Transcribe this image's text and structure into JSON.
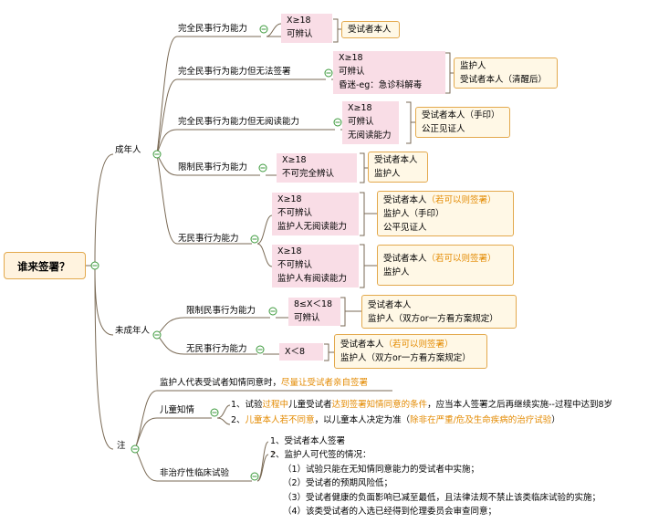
{
  "root": "谁来签署？",
  "adult": {
    "label": "成年人",
    "full": {
      "label": "完全民事行为能力",
      "cond": [
        "X≥18",
        "可辨认"
      ],
      "signer": [
        "受试者本人"
      ]
    },
    "full_cannot_sign": {
      "label": "完全民事行为能力但无法签署",
      "cond": [
        "X≥18",
        "可辨认",
        "昏迷-eg：急诊科解毒"
      ],
      "signer": [
        "监护人",
        "受试者本人（清醒后）"
      ]
    },
    "full_cannot_read": {
      "label": "完全民事行为能力但无阅读能力",
      "cond": [
        "X≥18",
        "可辨认",
        "无阅读能力"
      ],
      "signer": [
        "受试者本人（手印）",
        "公正见证人"
      ]
    },
    "limited": {
      "label": "限制民事行为能力",
      "cond": [
        "X≥18",
        "不可完全辨认"
      ],
      "signer": [
        "受试者本人",
        "监护人"
      ]
    },
    "none": {
      "label": "无民事行为能力",
      "case1": {
        "cond": [
          "X≥18",
          "不可辨认",
          "监护人无阅读能力"
        ],
        "signer_line1": "受试者本人",
        "signer_line1_note": "（若可以则签署）",
        "signer_rest": [
          "监护人（手印）",
          "公平见证人"
        ]
      },
      "case2": {
        "cond": [
          "X≥18",
          "不可辨认",
          "监护人有阅读能力"
        ],
        "signer_line1": "受试者本人",
        "signer_line1_note": "（若可以则签署）",
        "signer_rest": [
          "监护人"
        ]
      }
    }
  },
  "minor": {
    "label": "未成年人",
    "limited": {
      "label": "限制民事行为能力",
      "cond": [
        "8≤X＜18",
        "可辨认"
      ],
      "signer": [
        "受试者本人",
        "监护人（双方or一方看方案规定）"
      ]
    },
    "none": {
      "label": "无民事行为能力",
      "cond": [
        "X＜8"
      ],
      "signer_line1": "受试者本人",
      "signer_line1_note": "（若可以则签署）",
      "signer_rest": [
        "监护人（双方or一方看方案规定）"
      ]
    }
  },
  "notes": {
    "label": "注",
    "guardian_rep": {
      "text": "监护人代表受试者知情同意时，",
      "highlight": "尽量让受试者亲自签署"
    },
    "child": {
      "label": "儿童知情",
      "line1_a": "1、试验",
      "line1_b": "过程中",
      "line1_c": "儿童受试者",
      "line1_d": "达到签署知情同意的条件",
      "line1_e": "，应当本人签署之后再继续实施--过程中达到8岁",
      "line2_a": "2、",
      "line2_b": "儿童本人若不同意",
      "line2_c": "，以儿童本人决定为准（",
      "line2_d": "除非在严重/危及生命疾病的治疗试验",
      "line2_e": "）"
    },
    "nontherapeutic": {
      "label": "非治疗性临床试验",
      "lines": [
        "1、受试者本人签署",
        "2、监护人可代签的情况：",
        "（1）试验只能在无知情同意能力的受试者中实施；",
        "（2）受试者的预期风险低；",
        "（3）受试者健康的负面影响已减至最低，且法律法规不禁止该类临床试验的实施；",
        "（4）该类受试者的入选已经得到伦理委员会审查同意；"
      ]
    }
  },
  "colors": {
    "line": "#7a6a55",
    "toggle": "#3c9a3c",
    "highlight": "#e38a00",
    "cond_bg": "#f9dde6",
    "signer_bg": "#fff8e6",
    "signer_border": "#e3a94d"
  },
  "icons": {
    "collapse": "collapse-minus-icon"
  }
}
